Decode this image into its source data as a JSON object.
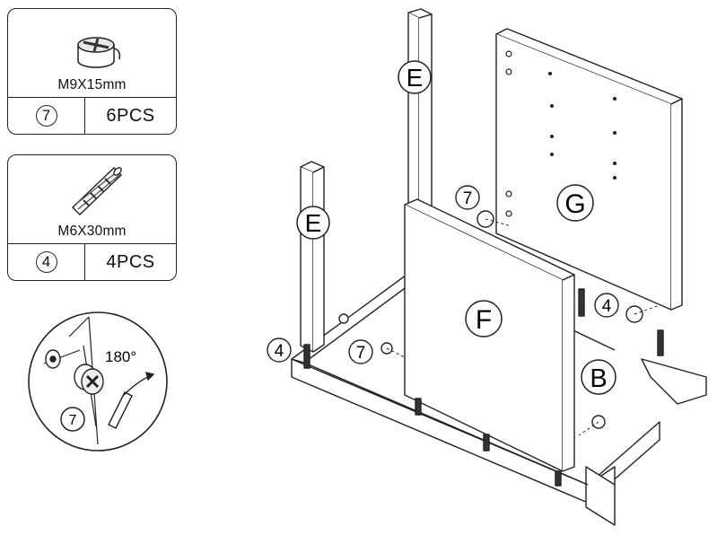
{
  "parts": [
    {
      "size": "M9X15mm",
      "id": "7",
      "qty": "6PCS",
      "icon": "cam-lock-icon"
    },
    {
      "size": "M6X30mm",
      "id": "4",
      "qty": "4PCS",
      "icon": "wood-dowel-icon"
    }
  ],
  "detail": {
    "rotation": "180°",
    "part_id": "7"
  },
  "assembly": {
    "labels": {
      "e1": "E",
      "e2": "E",
      "f": "F",
      "g": "G",
      "b": "B"
    },
    "callouts": {
      "c7a": "7",
      "c7b": "7",
      "c4a": "4",
      "c4b": "4"
    }
  }
}
